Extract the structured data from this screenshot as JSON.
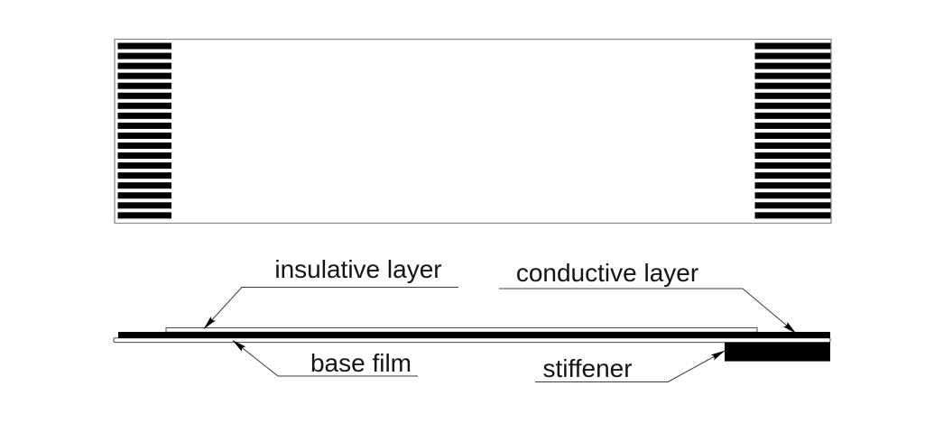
{
  "diagram": {
    "type": "ffc-structure-diagram",
    "top_view": {
      "description": "flat-cable-top-view",
      "conductor_count_left": 18,
      "conductor_count_right": 18,
      "colors": {
        "conductor": "#000000",
        "outline": "#8d8d8d",
        "background": "#ffffff"
      }
    },
    "cross_section": {
      "labels": {
        "insulative": "insulative layer",
        "conductive": "conductive layer",
        "base_film": "base film",
        "stiffener": "stiffener"
      },
      "colors": {
        "conductive_layer": "#000000",
        "stiffener": "#000000",
        "thin_layer_fill": "#ffffff",
        "line": "#3a3a3a"
      }
    }
  }
}
